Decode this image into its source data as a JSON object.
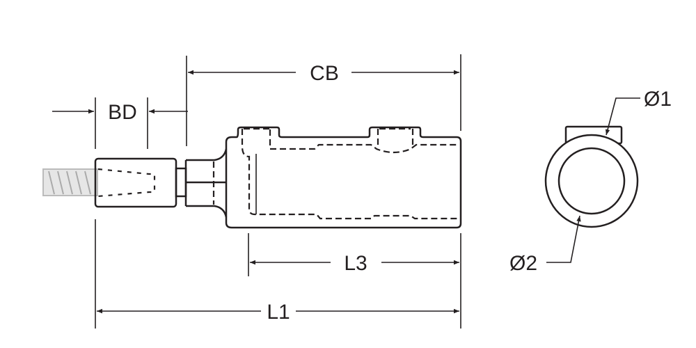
{
  "dimensions": {
    "cb": "CB",
    "bd": "BD",
    "l3": "L3",
    "l1": "L1",
    "d1": "Ø1",
    "d2": "Ø2"
  },
  "colors": {
    "line": "#231f20",
    "rebar": "#bbbbbb"
  }
}
